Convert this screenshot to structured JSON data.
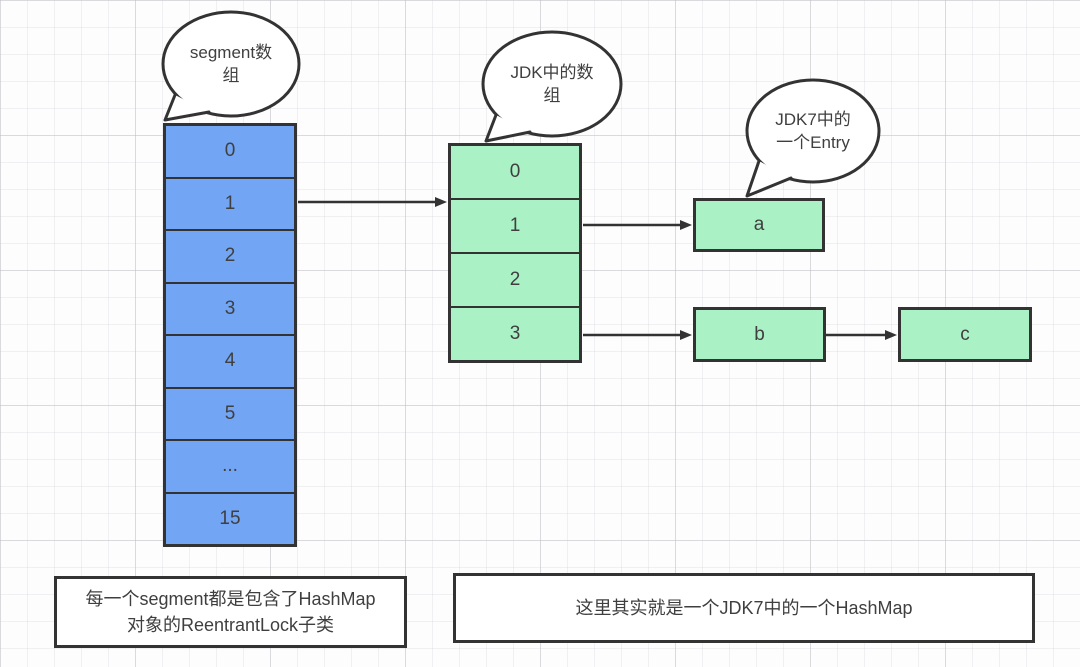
{
  "colors": {
    "blue": "#72a6f4",
    "green": "#aaf2c5",
    "stroke": "#333333",
    "text": "#3f3f3f"
  },
  "segment_array": {
    "bubble": {
      "line1": "segment数",
      "line2": "组"
    },
    "cells": [
      "0",
      "1",
      "2",
      "3",
      "4",
      "5",
      "...",
      "15"
    ]
  },
  "jdk_array": {
    "bubble": {
      "line1": "JDK中的数",
      "line2": "组"
    },
    "cells": [
      "0",
      "1",
      "2",
      "3"
    ]
  },
  "entry_bubble": {
    "line1": "JDK7中的",
    "line2": "一个Entry"
  },
  "entries": {
    "a": "a",
    "b": "b",
    "c": "c"
  },
  "notes": {
    "left": {
      "line1": "每一个segment都是包含了HashMap",
      "line2": "对象的ReentrantLock子类"
    },
    "right": {
      "text": "这里其实就是一个JDK7中的一个HashMap"
    }
  }
}
